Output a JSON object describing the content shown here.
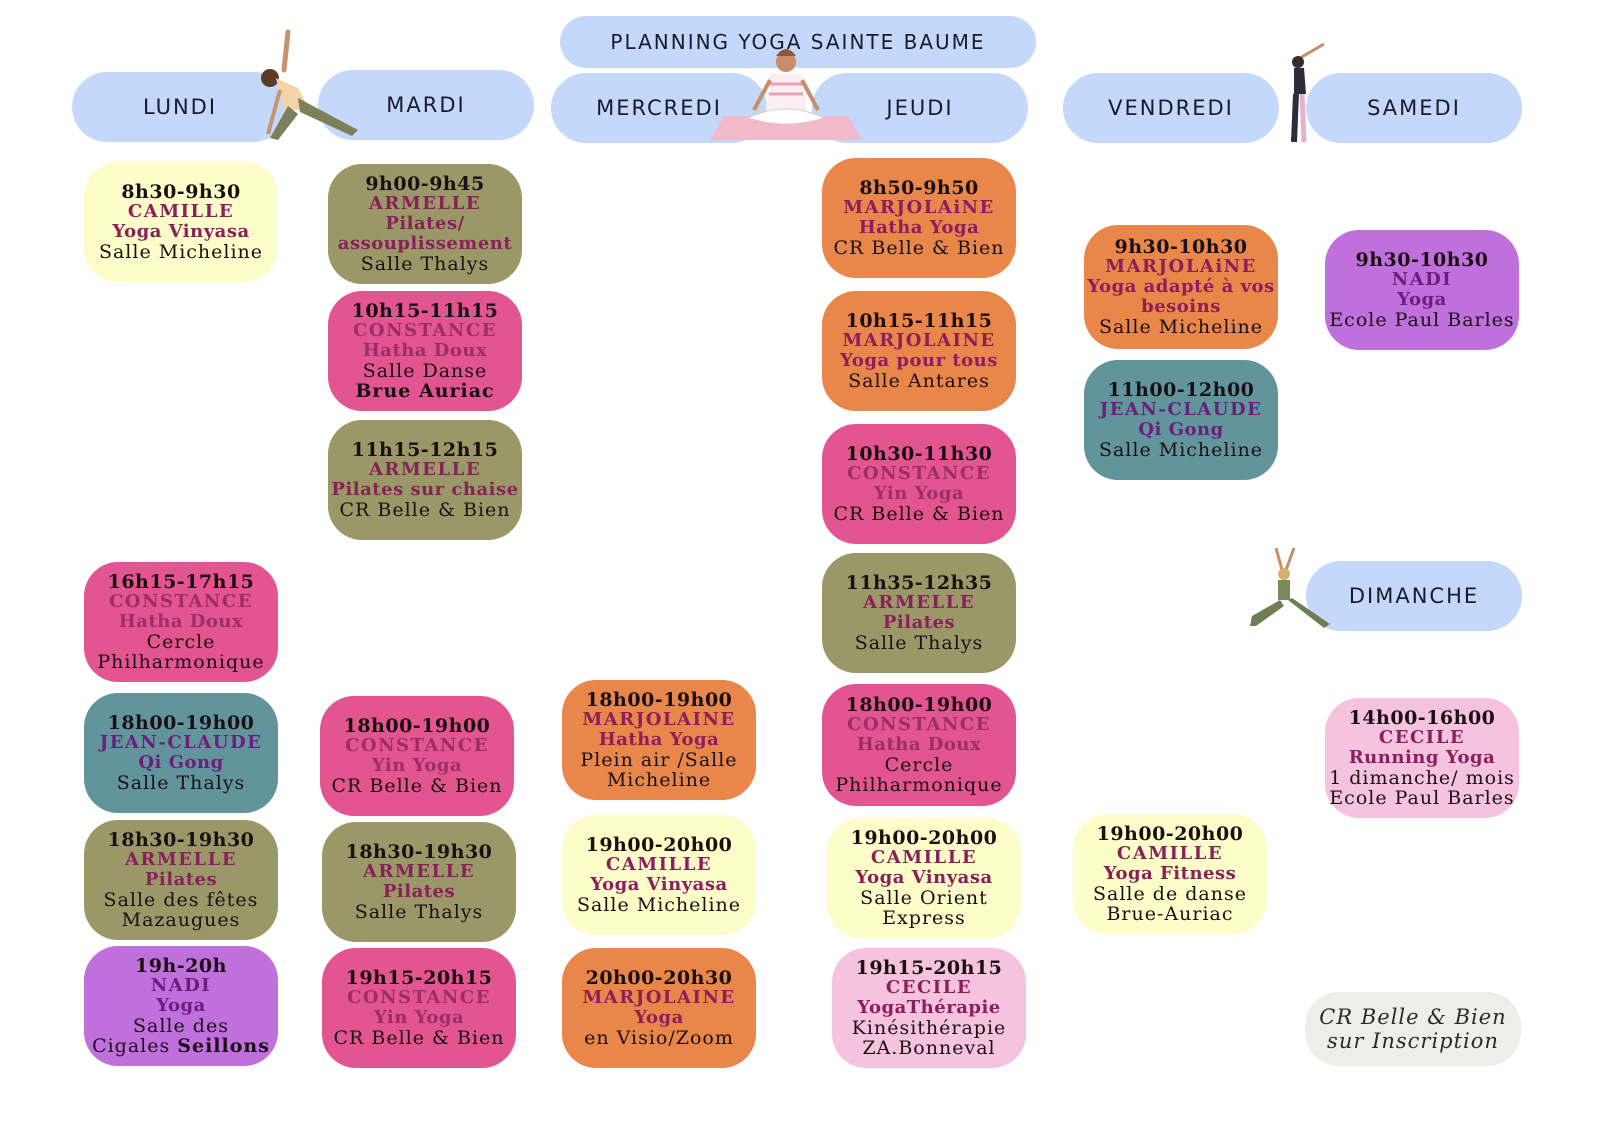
{
  "title": "PLANNING YOGA SAINTE BAUME",
  "days": {
    "lundi": "LUNDI",
    "mardi": "MARDI",
    "mercredi": "MERCREDI",
    "jeudi": "JEUDI",
    "vendredi": "VENDREDI",
    "samedi": "SAMEDI",
    "dimanche": "DIMANCHE"
  },
  "colors": {
    "yellow": "#fdfdc9",
    "olive": "#999866",
    "pink": "#e35591",
    "orange": "#e9874a",
    "teal": "#62959b",
    "purple": "#c070dd",
    "light_pink": "#f6c3df",
    "day_pill": "#c3d8fa"
  },
  "lundi": [
    {
      "time": "8h30-9h30",
      "name": "CAMILLE",
      "class": "Yoga Vinyasa",
      "place": "Salle Micheline"
    },
    {
      "time": "16h15-17h15",
      "name": "CONSTANCE",
      "class": "Hatha Doux",
      "place1": "Cercle",
      "place2": "Philharmonique"
    },
    {
      "time": "18h00-19h00",
      "name": "JEAN-CLAUDE",
      "class": "Qi Gong",
      "place": "Salle Thalys"
    },
    {
      "time": "18h30-19h30",
      "name": "ARMELLE",
      "class": "Pilates",
      "place1": "Salle des fêtes",
      "place2": "Mazaugues"
    },
    {
      "time": "19h-20h",
      "name": "NADI",
      "class": "Yoga",
      "place1": "Salle des",
      "place2a": "Cigales ",
      "place2b": "Seillons"
    }
  ],
  "mardi": [
    {
      "time": "9h00-9h45",
      "name": "ARMELLE",
      "class1": "Pilates/",
      "class2": "assouplissement",
      "place": "Salle Thalys"
    },
    {
      "time": "10h15-11h15",
      "name": "CONSTANCE",
      "class": "Hatha Doux",
      "place1": "Salle Danse",
      "place2": "Brue Auriac"
    },
    {
      "time": "11h15-12h15",
      "name": "ARMELLE",
      "class": "Pilates sur chaise",
      "place": "CR Belle & Bien"
    },
    {
      "time": "18h00-19h00",
      "name": "CONSTANCE",
      "class": "Yin Yoga",
      "place": "CR Belle & Bien"
    },
    {
      "time": "18h30-19h30",
      "name": "ARMELLE",
      "class": "Pilates",
      "place": "Salle Thalys"
    },
    {
      "time": "19h15-20h15",
      "name": "CONSTANCE",
      "class": "Yin Yoga",
      "place": "CR Belle & Bien"
    }
  ],
  "mercredi": [
    {
      "time": "18h00-19h00",
      "name": "MARJOLAINE",
      "class": "Hatha Yoga",
      "place1": "Plein air /Salle",
      "place2": "Micheline"
    },
    {
      "time": "19h00-20h00",
      "name": "CAMILLE",
      "class": "Yoga Vinyasa",
      "place": "Salle Micheline"
    },
    {
      "time": "20h00-20h30",
      "name": "MARJOLAINE",
      "class": "Yoga",
      "place": "en Visio/Zoom"
    }
  ],
  "jeudi": [
    {
      "time": "8h50-9h50",
      "name": "MARJOLAiNE",
      "class": "Hatha Yoga",
      "place": "CR Belle & Bien"
    },
    {
      "time": "10h15-11h15",
      "name": "MARJOLAINE",
      "class": "Yoga pour tous",
      "place": "Salle Antares"
    },
    {
      "time": "10h30-11h30",
      "name": "CONSTANCE",
      "class": "Yin Yoga",
      "place": "CR Belle & Bien"
    },
    {
      "time": "11h35-12h35",
      "name": "ARMELLE",
      "class": "Pilates",
      "place": "Salle Thalys"
    },
    {
      "time": "18h00-19h00",
      "name": "CONSTANCE",
      "class": "Hatha Doux",
      "place1": "Cercle",
      "place2": "Philharmonique"
    },
    {
      "time": "19h00-20h00",
      "name": "CAMILLE",
      "class": "Yoga Vinyasa",
      "place1": "Salle Orient",
      "place2": "Express"
    },
    {
      "time": "19h15-20h15",
      "name": "CECILE",
      "class": "YogaThérapie",
      "place1": "Kinésithérapie",
      "place2": "ZA.Bonneval"
    }
  ],
  "vendredi": [
    {
      "time": "9h30-10h30",
      "name": "MARJOLAiNE",
      "class1": "Yoga adapté à vos",
      "class2": "besoins",
      "place": "Salle Micheline"
    },
    {
      "time": "11h00-12h00",
      "name": "JEAN-CLAUDE",
      "class": "Qi Gong",
      "place": "Salle Micheline"
    },
    {
      "time": "19h00-20h00",
      "name": "CAMILLE",
      "class": "Yoga Fitness",
      "place1": "Salle de danse",
      "place2": "Brue-Auriac"
    }
  ],
  "samedi": [
    {
      "time": "9h30-10h30",
      "name": "NADI",
      "class": "Yoga",
      "place": "Ecole Paul Barles"
    }
  ],
  "dimanche": [
    {
      "time": "14h00-16h00",
      "name": "CECILE",
      "class": "Running Yoga",
      "note": "1 dimanche/ mois",
      "place": "Ecole Paul Barles"
    }
  ],
  "legend": {
    "line1": "CR Belle & Bien",
    "line2": "sur Inscription"
  },
  "illustrations": [
    "yoga-triangle-pose-figure",
    "meditation-lotus-figure",
    "standing-stretch-figure",
    "warrior-pose-figure"
  ]
}
